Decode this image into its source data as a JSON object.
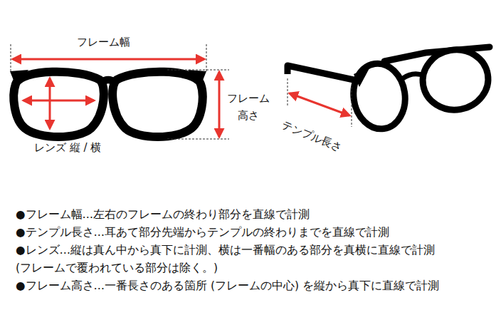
{
  "diagram": {
    "labels": [
      "フレーム幅",
      "フレーム 高さ",
      "レンズ 縦 / 横",
      "テンプル長さ",
      "●フレーム幅…左右のフレームの終わり部分を直線で計測",
      "●テンプル長さ…耳あて部分先端からテンプルの終わりまでを直線で計測",
      "●レンズ…縦は真ん中から真下に計測、横は一番幅のある部分を真横に直線で計測",
      "(フレームで覆われている部分は除く。)",
      "●フレーム高さ…一番長さのある箇所 (フレームの中心) を縦から真下に直線で計測"
    ]
  }
}
